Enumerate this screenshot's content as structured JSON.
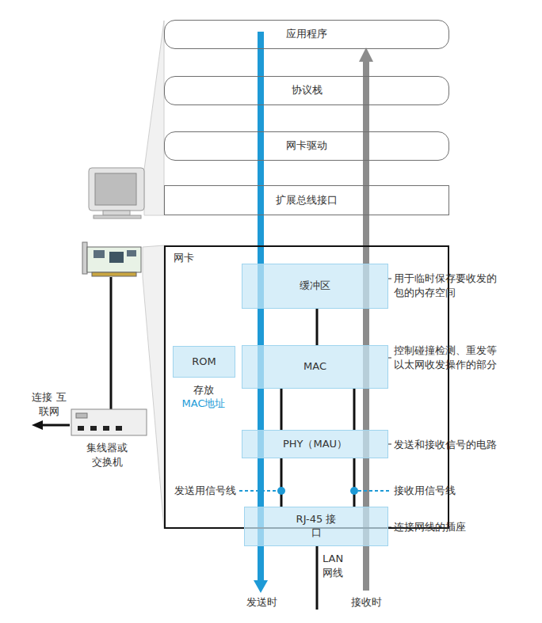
{
  "diagram": {
    "nodes": [
      {
        "text": [
          "应用程序"
        ]
      },
      {
        "text": [
          "协议栈"
        ]
      },
      {
        "text": [
          "网卡驱动"
        ]
      },
      {
        "text": [
          "扩展总线接口"
        ]
      },
      {
        "text": [
          "网卡"
        ]
      },
      {
        "text": [
          "缓冲区"
        ],
        "in": 4
      },
      {
        "text": [
          "ROM"
        ],
        "in": 4
      },
      {
        "text": [
          "MAC"
        ],
        "in": 4
      },
      {
        "text": [
          "PHY（MAU）"
        ],
        "in": 4
      },
      {
        "text": [
          "RJ-45 接口"
        ],
        "in": 4
      }
    ],
    "edges": [
      {
        "from": 5,
        "to": 7,
        "arrow": "none"
      },
      {
        "from": 7,
        "to": 8,
        "arrow": "none"
      },
      {
        "from": 7,
        "to": 8,
        "arrow": "none"
      },
      {
        "from": 8,
        "to": 9,
        "arrow": "none"
      },
      {
        "from": 8,
        "to": 9,
        "arrow": "none"
      }
    ],
    "labels": [
      "存放",
      "MAC地址",
      "用于临时保存要收发的 包的内存空间",
      "控制碰撞检测、重发等 以太网收发操作的部分",
      "发送和接收信号的电路",
      "发送用信号线",
      "接收用信号线",
      "连接网线的插座",
      "LAN 网线",
      "发送时",
      "接收时",
      "连接 互联网",
      "集线器或 交换机"
    ]
  }
}
